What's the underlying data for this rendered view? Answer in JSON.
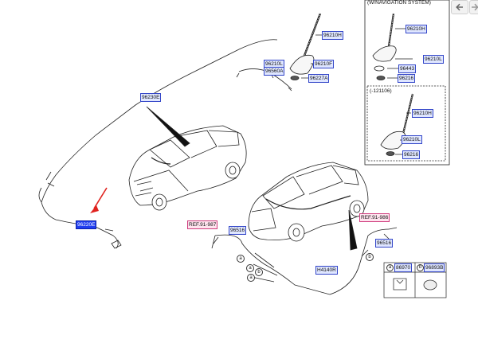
{
  "nav": {
    "back_icon": "arrow-left-icon",
    "forward_icon": "arrow-right-icon"
  },
  "colors": {
    "label_fill": "#dfe6ff",
    "label_border": "#3346c8",
    "ref_fill": "#ffe3ee",
    "ref_border": "#cf3d7e",
    "selected_fill": "#1f3df0",
    "pointer_arrow": "#e0231f"
  },
  "inset": {
    "title": "(W/NAVIGATION SYSTEM)",
    "sub_title": "(-121106)",
    "labels": [
      "96210H",
      "96210L",
      "96443",
      "96216",
      "96210H",
      "96210L",
      "96216"
    ]
  },
  "main_labels": [
    "96210H",
    "96210L",
    "96560A",
    "96210F",
    "96227A",
    "96230E"
  ],
  "selected_label": "96220E",
  "ref_labels": [
    "REF.91-987",
    "REF.91-986"
  ],
  "rear_labels": [
    "96516",
    "96516",
    "H4140R"
  ],
  "symbols": [
    "a",
    "a",
    "a",
    "b",
    "b"
  ],
  "legend": {
    "a_letter": "a",
    "a_code": "86970",
    "b_letter": "b",
    "b_code": "96893B"
  }
}
